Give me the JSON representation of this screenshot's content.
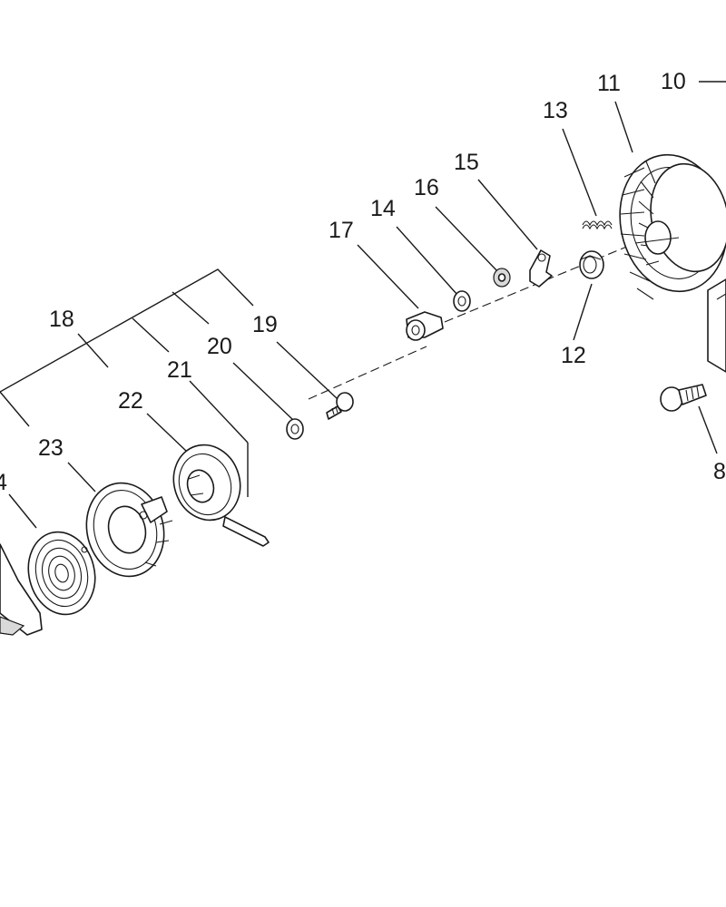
{
  "diagram": {
    "callouts": [
      {
        "id": "8",
        "label": "8"
      },
      {
        "id": "10",
        "label": "10"
      },
      {
        "id": "11",
        "label": "11"
      },
      {
        "id": "12",
        "label": "12"
      },
      {
        "id": "13",
        "label": "13"
      },
      {
        "id": "14",
        "label": "14"
      },
      {
        "id": "15",
        "label": "15"
      },
      {
        "id": "16",
        "label": "16"
      },
      {
        "id": "17",
        "label": "17"
      },
      {
        "id": "18",
        "label": "18"
      },
      {
        "id": "19",
        "label": "19"
      },
      {
        "id": "20",
        "label": "20"
      },
      {
        "id": "21",
        "label": "21"
      },
      {
        "id": "22",
        "label": "22"
      },
      {
        "id": "23",
        "label": "23"
      },
      {
        "id": "24",
        "label": "4"
      }
    ]
  },
  "colors": {
    "ink": "#1a1a1a",
    "background": "#ffffff",
    "shade": "#d9d9d9"
  }
}
